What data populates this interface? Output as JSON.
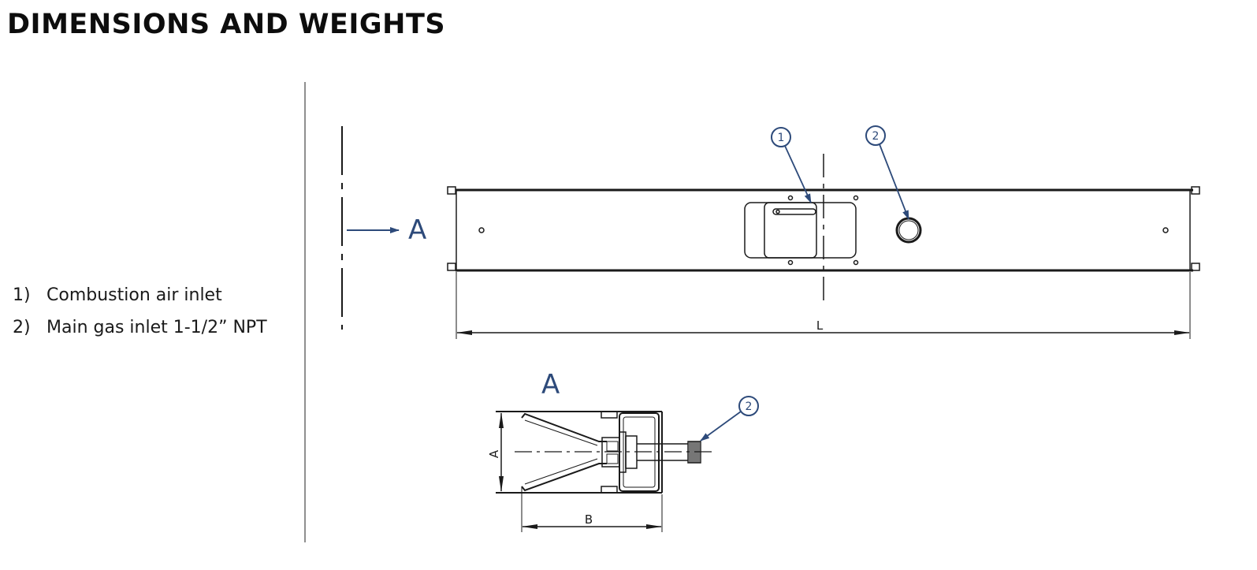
{
  "title": "DIMENSIONS AND WEIGHTS",
  "legend": [
    {
      "num": "1)",
      "label": "Combustion air inlet"
    },
    {
      "num": "2)",
      "label": "Main gas inlet 1-1/2” NPT"
    }
  ],
  "drawing": {
    "section_marker": "A",
    "view_label": "A",
    "callouts": {
      "air_inlet": "1",
      "gas_inlet": "2",
      "gas_inlet_end": "2"
    },
    "dimensions": {
      "length": "L",
      "height": "A",
      "width": "B"
    },
    "colors": {
      "callout": "#2d4a7a",
      "line": "#1a1a1a",
      "divider": "#8f8f8f"
    }
  }
}
